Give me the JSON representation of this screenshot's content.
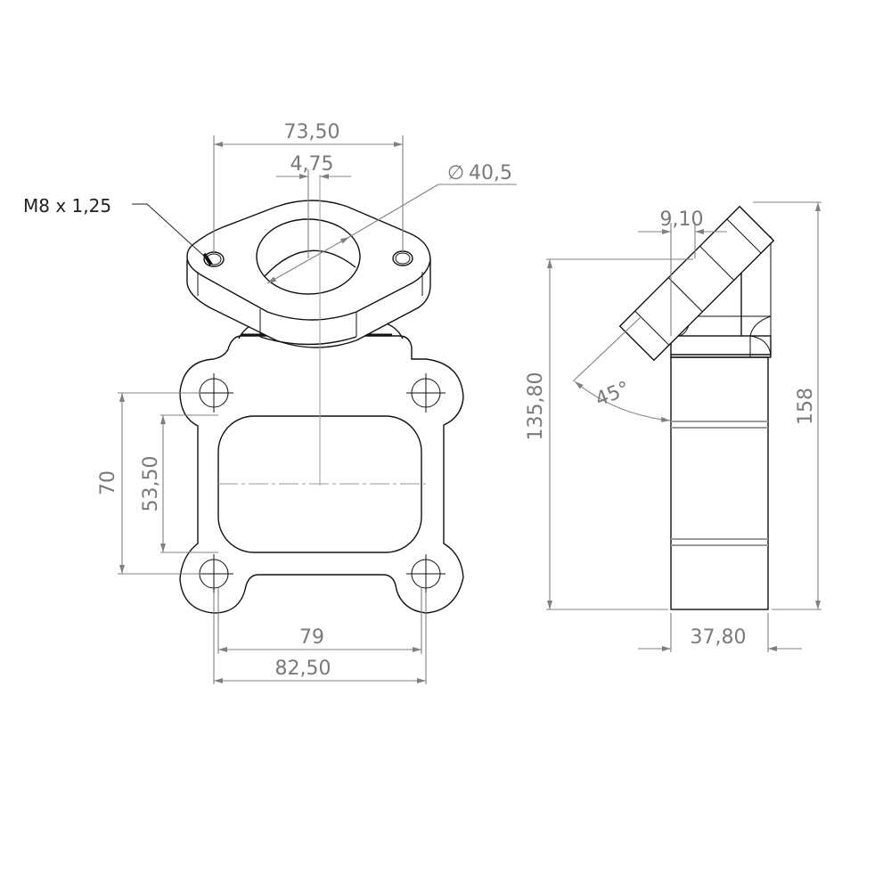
{
  "drawing": {
    "type": "engineering-drawing",
    "views": [
      "front-view",
      "side-view"
    ],
    "line_color": "#111111",
    "dimension_color": "#7a7a7a"
  },
  "front_view": {
    "callout_thread": "M8 x 1,25",
    "dim_flange_hole_spacing": "73,50",
    "dim_offset": "4,75",
    "dim_bore_diameter": "40,5",
    "diameter_symbol": "∅",
    "dim_vertical_hole_spacing": "70",
    "dim_port_height": "53,50",
    "dim_horizontal_hole_spacing": "79",
    "dim_overall_width": "82,50"
  },
  "side_view": {
    "dim_tube_offset": "9,10",
    "dim_height_to_flange": "135,80",
    "dim_angle": "45°",
    "dim_overall_height": "158",
    "dim_base_width": "37,80"
  }
}
